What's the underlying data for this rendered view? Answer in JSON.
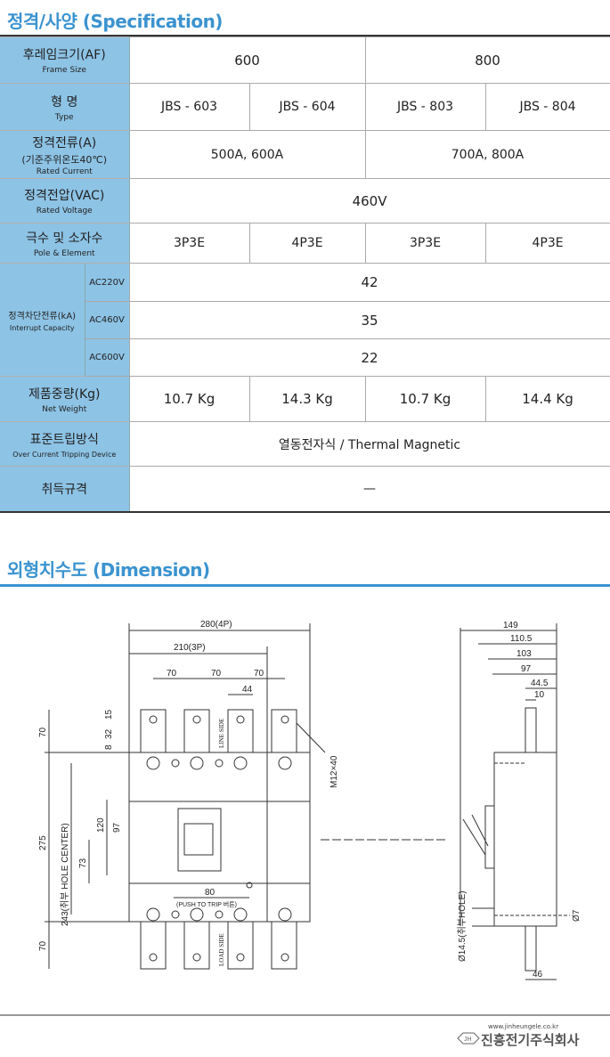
{
  "spec_title": "정격/사양 (Specification)",
  "rows": {
    "frame": {
      "k": "후레임크기(AF)",
      "e": "Frame Size",
      "v": [
        "600",
        "800"
      ]
    },
    "type": {
      "k": "형 명",
      "e": "Type",
      "v": [
        "JBS - 603",
        "JBS - 604",
        "JBS - 803",
        "JBS - 804"
      ]
    },
    "current": {
      "k": "정격전류(A)",
      "k2": "(기준주위온도40℃)",
      "e": "Rated Current",
      "v": [
        "500A, 600A",
        "700A, 800A"
      ]
    },
    "voltage": {
      "k": "정격전압(VAC)",
      "e": "Rated Voltage",
      "v": "460V"
    },
    "pole": {
      "k": "극수 및 소자수",
      "e": "Pole & Element",
      "v": [
        "3P3E",
        "4P3E",
        "3P3E",
        "4P3E"
      ]
    },
    "interrupt": {
      "k": "정격차단전류(kA)",
      "e": "Interrupt Capacity",
      "sub": [
        {
          "l": "AC220V",
          "v": "42"
        },
        {
          "l": "AC460V",
          "v": "35"
        },
        {
          "l": "AC600V",
          "v": "22"
        }
      ]
    },
    "weight": {
      "k": "제품중량(Kg)",
      "e": "Net Weight",
      "v": [
        "10.7 Kg",
        "14.3 Kg",
        "10.7 Kg",
        "14.4 Kg"
      ]
    },
    "trip": {
      "k": "표준트립방식",
      "e": "Over Current Tripping Device",
      "v": "열동전자식 / Thermal Magnetic"
    },
    "cert": {
      "k": "취득규격",
      "v": "—"
    }
  },
  "dim_title": "외형치수도 (Dimension)",
  "dims": {
    "w4p": "280(4P)",
    "w3p": "210(3P)",
    "p1": "70",
    "p2": "70",
    "p3": "70",
    "d44": "44",
    "d15": "15",
    "d32": "32",
    "d8": "8",
    "top70": "70",
    "h275": "275",
    "h243": "243(취부 HOLE CENTER)",
    "h120": "120",
    "h97": "97",
    "h73": "73",
    "bot70": "70",
    "d80": "80",
    "push": "(PUSH TO TRIP 버튼)",
    "m12": "M12×40",
    "line_side": "LINE SIDE",
    "load_side": "LOAD SIDE",
    "s149": "149",
    "s110": "110.5",
    "s103": "103",
    "s97": "97",
    "s44": "44.5",
    "s10": "10",
    "hole": "Ø14.5(취부HOLE)",
    "phi7": "Ø7",
    "s46": "46"
  },
  "footer": {
    "url": "www.jinheungele.co.kr",
    "company": "진흥전기주식회사",
    "logo": "JH"
  },
  "colors": {
    "accent": "#3b93d0",
    "header_bg": "#8dc3e5"
  }
}
